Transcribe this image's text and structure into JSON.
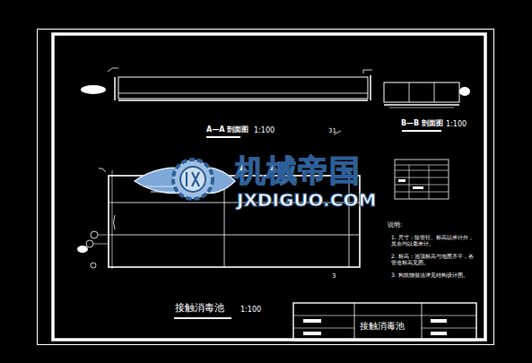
{
  "diagram": {
    "nodes": [
      {
        "text": [
          "接触消毒池"
        ]
      }
    ],
    "edges": [],
    "labels": [
      "A—A 剖面图",
      "1:100",
      "B—B 剖面图",
      "1:100",
      "31",
      "接触消毒池",
      "1:100",
      "说明:",
      "1. 尺寸：除管径、标高以米计外，其余均以毫米计。",
      "2. 标高：池顶标高与地面齐平，各管道标高见图。",
      "3. 构筑物做法详见结构设计图。",
      "3",
      "机械帝国",
      "JXDIGUO.COM"
    ]
  }
}
